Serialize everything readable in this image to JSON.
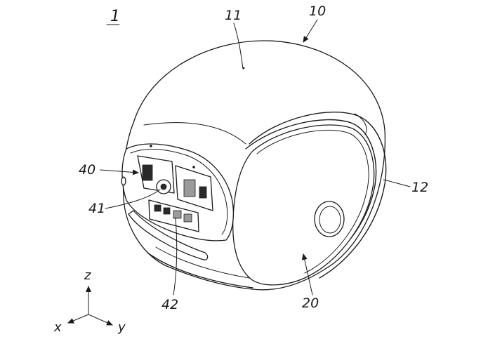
{
  "figure": {
    "figure_number": "1",
    "colors": {
      "line": "#1a1a1a",
      "background": "#ffffff"
    }
  },
  "reference_labels": {
    "assembly": "10",
    "upper_shell": "11",
    "side_ring": "12",
    "side_cover": "20",
    "front_module": "40",
    "module_part_a": "41",
    "module_part_b": "42"
  },
  "axes": {
    "z": "z",
    "x": "x",
    "y": "y"
  }
}
